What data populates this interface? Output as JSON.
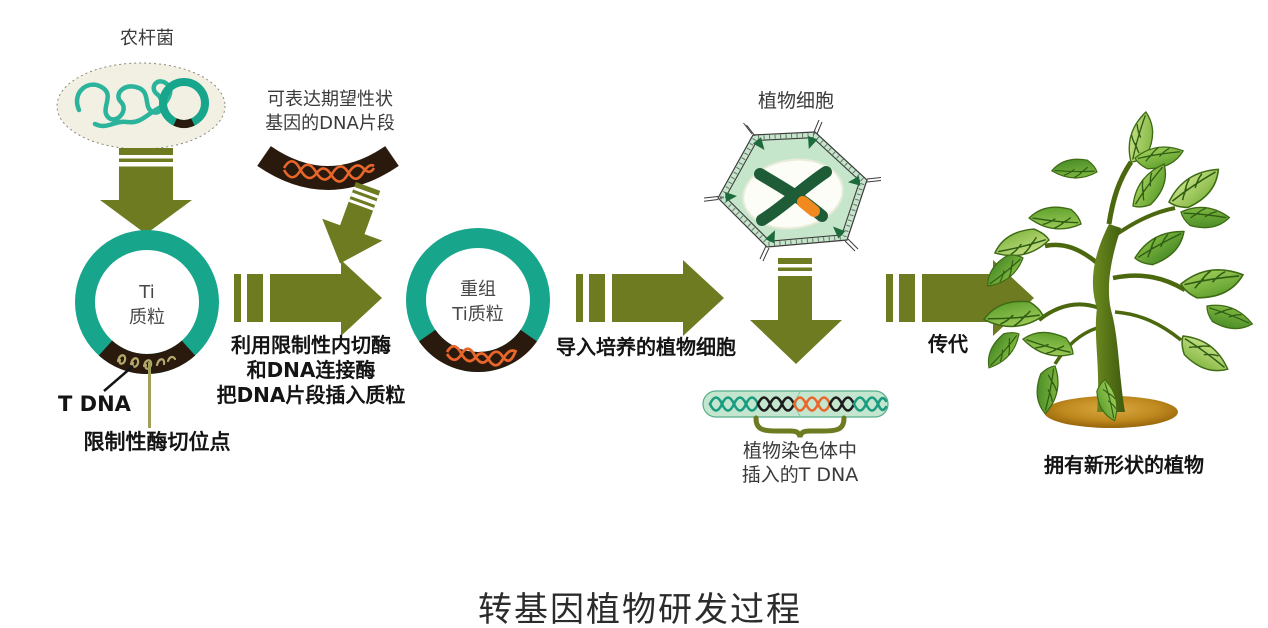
{
  "title": "转基因植物研发过程",
  "colors": {
    "teal": "#17A58C",
    "olive": "#6E7B21",
    "dark_brown": "#2A190D",
    "orange": "#E9662A",
    "pointer_line": "#A2A15B",
    "cell_green": "#C6E6CC",
    "chromosome_green": "#1E5C38",
    "band_orange": "#F18A1E",
    "strip_fill": "#C4E6CF",
    "strip_stroke": "#56AE8C",
    "soil_brown": "#C08A1F",
    "text": "#3B3B3B"
  },
  "nodes": {
    "bacterium": {
      "label": "农杆菌"
    },
    "ti_plasmid": {
      "name_line1": "Ti",
      "name_line2": "质粒",
      "t_dna": "T DNA",
      "restriction_site": "限制性酶切位点"
    },
    "dna_fragment": {
      "caption_line1": "可表达期望性状",
      "caption_line2": "基因的DNA片段"
    },
    "recombinant_plasmid": {
      "name_line1": "重组",
      "name_line2": "Ti质粒"
    },
    "plant_cell": {
      "label": "植物细胞"
    },
    "inserted_tdna": {
      "caption_line1": "植物染色体中",
      "caption_line2": "插入的T DNA"
    },
    "plant": {
      "label": "拥有新形状的植物"
    }
  },
  "steps": {
    "step1": {
      "line1": "利用限制性内切酶",
      "line2": "和DNA连接酶",
      "line3": "把DNA片段插入质粒"
    },
    "step2": {
      "label": "导入培养的植物细胞"
    },
    "step3": {
      "label": "传代"
    }
  }
}
